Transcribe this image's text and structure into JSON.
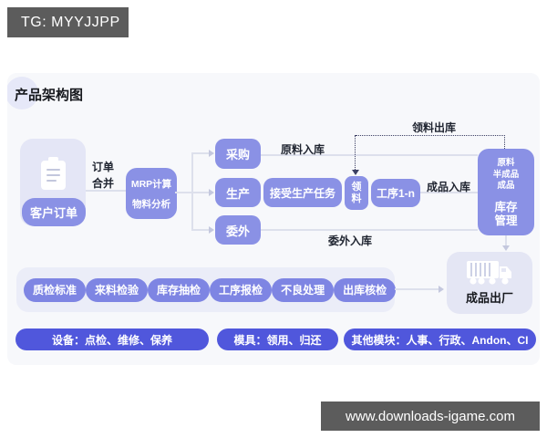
{
  "watermarks": {
    "top": "TG: MYYJJPP",
    "bottom": "www.downloads-igame.com"
  },
  "diagram": {
    "title": "产品架构图",
    "customer_order": {
      "label": "客户订单",
      "icon": "clipboard-icon"
    },
    "order_merge_lines": [
      "订单",
      "合并"
    ],
    "mrp_lines": [
      "MRP计算",
      "物料分析"
    ],
    "branches": {
      "purchase": "采购",
      "production": "生产",
      "outsource": "委外"
    },
    "accept_task": "接受生产任务",
    "pick_lines": [
      "领",
      "料"
    ],
    "process": "工序1-n",
    "flow_labels": {
      "raw_in": "原料入库",
      "finished_in": "成品入库",
      "outsource_in": "委外入库",
      "pick_out": "领料出库"
    },
    "inventory": {
      "items": [
        "原料",
        "半成品",
        "成品"
      ],
      "title_lines": [
        "库存",
        "管理"
      ]
    },
    "qc_pills": [
      "质检标准",
      "来料检验",
      "库存抽检",
      "工序报检",
      "不良处理",
      "出库核检"
    ],
    "shipment": {
      "label": "成品出厂",
      "icon": "truck-icon"
    },
    "bottom_pills": [
      "设备：点检、维修、保养",
      "模具：领用、归还",
      "其他模块：人事、行政、Andon、CI"
    ]
  },
  "colors": {
    "node_purple": "#8a91e5",
    "qc_pill_purple": "#7e85e3",
    "bottom_pill_indigo": "#5057dc",
    "light_panel": "#e4e6f6",
    "card_bg": "#f7f8fb",
    "badge_gray": "#5c5c5c",
    "line_gray": "#dde0ec",
    "dotted_dark": "#3b3f63"
  }
}
